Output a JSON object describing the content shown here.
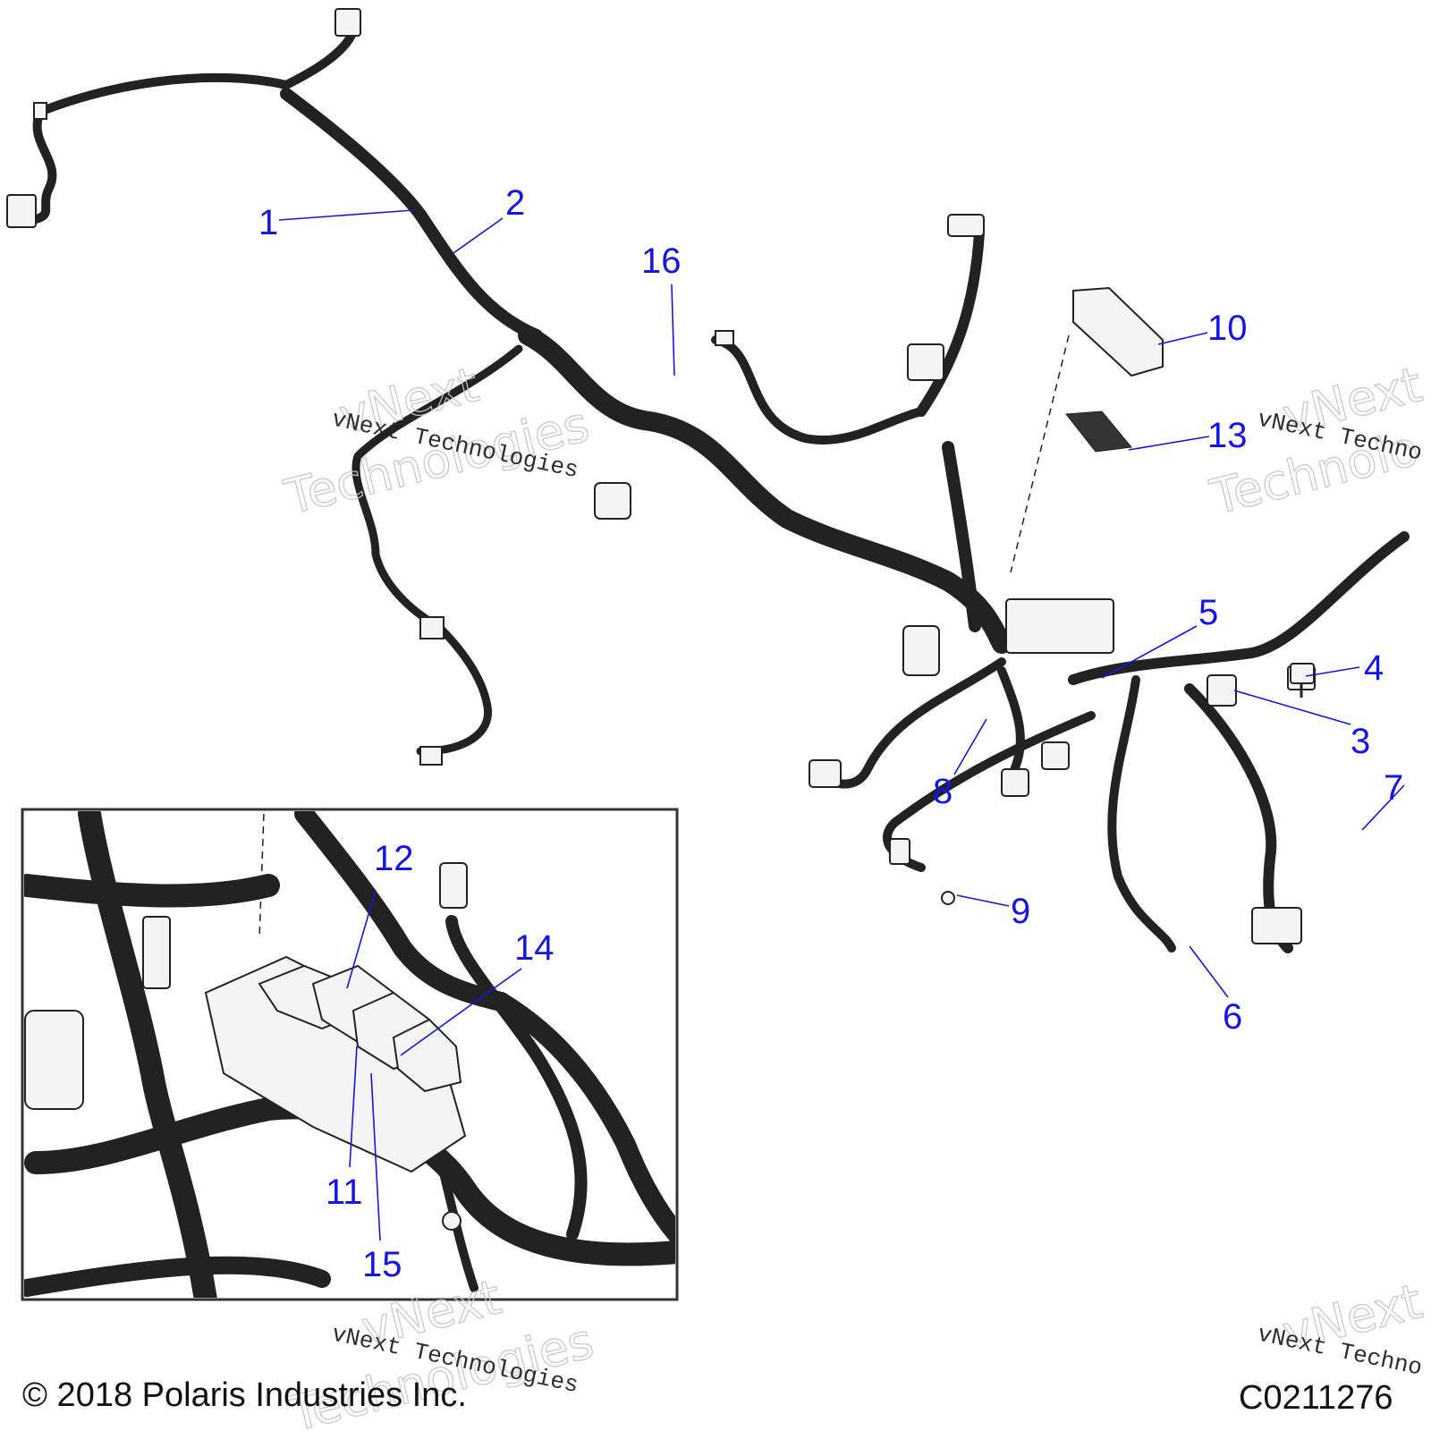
{
  "callouts": [
    {
      "id": "1",
      "label": "1"
    },
    {
      "id": "2",
      "label": "2"
    },
    {
      "id": "3",
      "label": "3"
    },
    {
      "id": "4",
      "label": "4"
    },
    {
      "id": "5",
      "label": "5"
    },
    {
      "id": "6",
      "label": "6"
    },
    {
      "id": "7",
      "label": "7"
    },
    {
      "id": "8",
      "label": "8"
    },
    {
      "id": "9",
      "label": "9"
    },
    {
      "id": "10",
      "label": "10"
    },
    {
      "id": "11",
      "label": "11"
    },
    {
      "id": "12",
      "label": "12"
    },
    {
      "id": "13",
      "label": "13"
    },
    {
      "id": "14",
      "label": "14"
    },
    {
      "id": "15",
      "label": "15"
    },
    {
      "id": "16",
      "label": "16"
    }
  ],
  "watermark": {
    "brand": "vNext",
    "word": "Technologies",
    "line": "vNext Technologies",
    "clipped_line": "vNext Techno",
    "clipped_word": "Technolo"
  },
  "footer": {
    "copyright": "© 2018 Polaris Industries Inc.",
    "figure_code": "C0211276"
  },
  "colors": {
    "callout": "#1515e8",
    "line_art": "#222222",
    "watermark_outline": "#c8c8c8"
  }
}
